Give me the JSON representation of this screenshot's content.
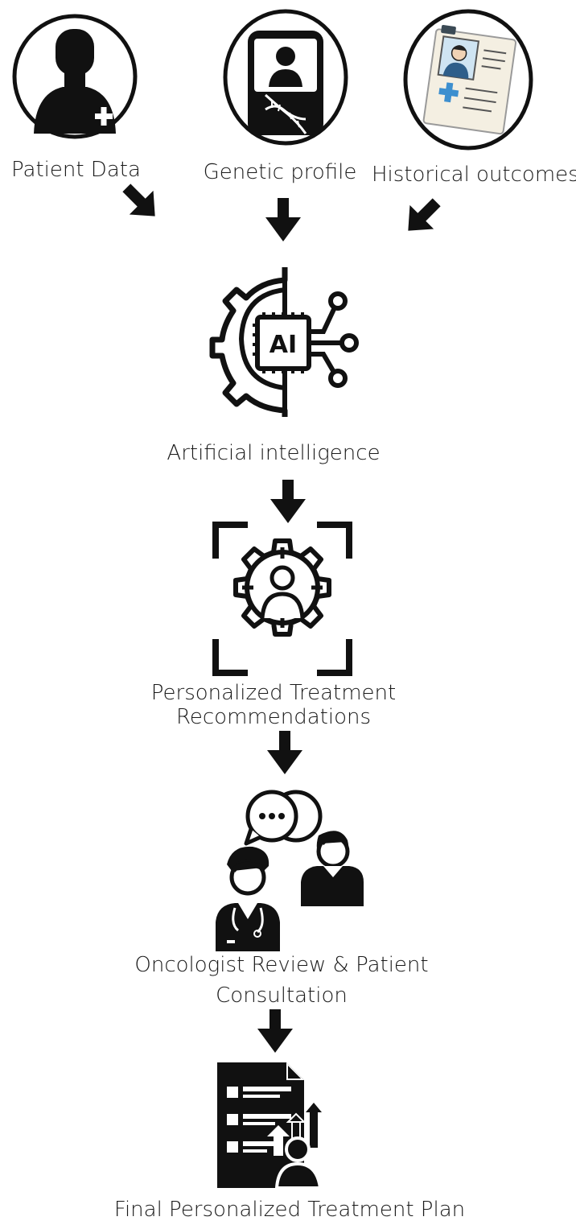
{
  "colors": {
    "ink": "#111111",
    "light_blue": "#cfe4f2",
    "mid_blue": "#3d8fcf",
    "paper": "#f4efe2",
    "white": "#ffffff"
  },
  "inputs": [
    {
      "label": "Patient Data",
      "icon": "patient-silhouette-icon"
    },
    {
      "label": "Genetic profile",
      "icon": "genetic-profile-icon"
    },
    {
      "label": "Historical outcomes",
      "icon": "medical-record-icon"
    }
  ],
  "steps": [
    {
      "label": "Artificial intelligence",
      "icon": "ai-gear-chip-icon",
      "icon_text": "AI"
    },
    {
      "label_line1": "Personalized Treatment",
      "label_line2": "Recommendations",
      "icon": "personalization-target-icon"
    },
    {
      "label_line1": "Oncologist Review & Patient",
      "label_line2": "Consultation",
      "icon": "doctor-patient-consultation-icon"
    },
    {
      "label": "Final Personalized Treatment Plan",
      "icon": "treatment-plan-document-icon"
    }
  ]
}
